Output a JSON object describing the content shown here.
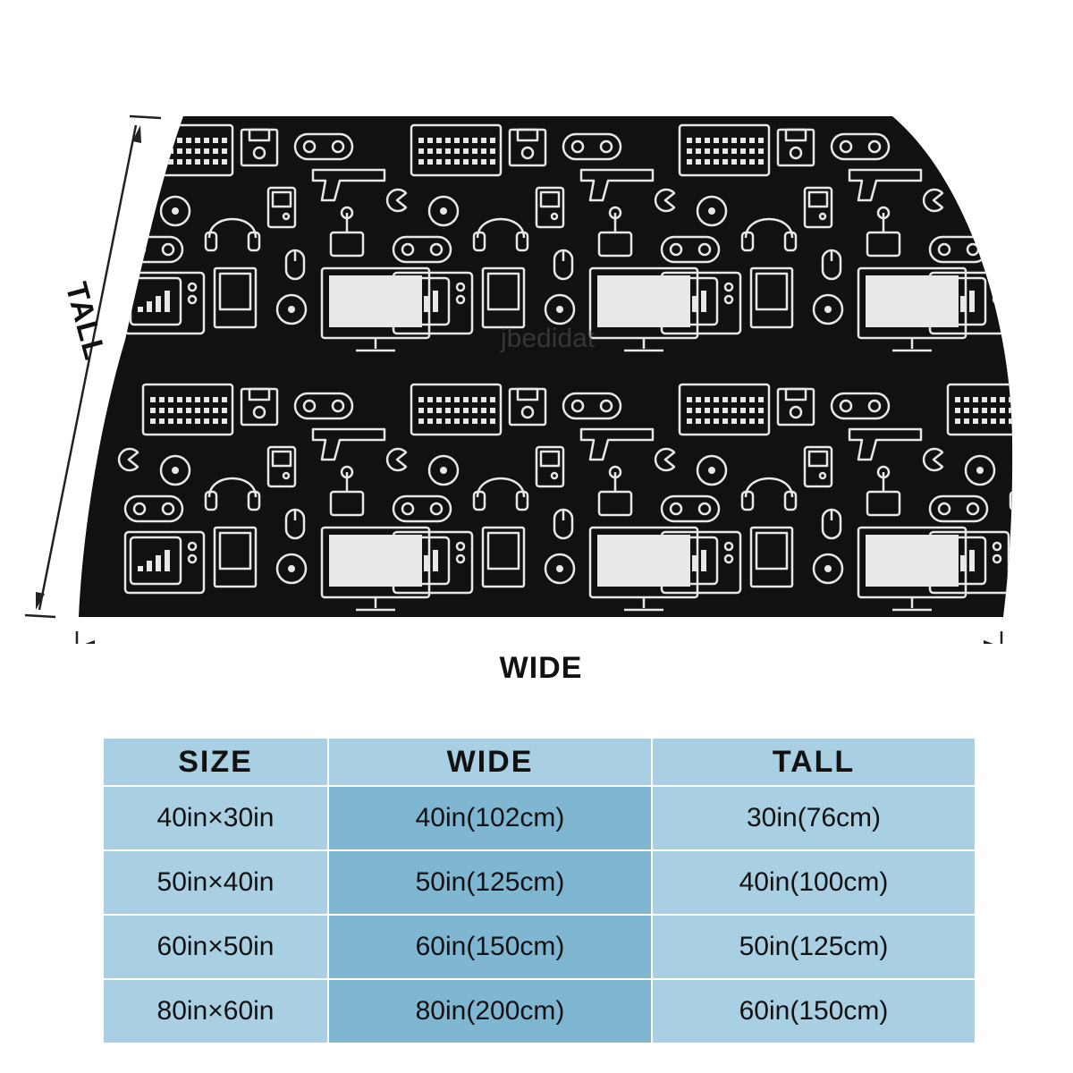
{
  "colors": {
    "blanket_bg": "#111111",
    "pattern_line": "#e8e8e8",
    "table_light": "#a9cfe3",
    "table_dark": "#7fb7d3",
    "arrow": "#222222"
  },
  "dimensions": {
    "wide_label": "WIDE",
    "tall_label": "TALL"
  },
  "blanket": {
    "pattern_icons": [
      "monitor-icon",
      "retro-tv-icon",
      "gamepad-icon",
      "joystick-icon",
      "headphones-icon",
      "floppy-disk-icon",
      "zapper-gun-icon",
      "cd-disc-icon",
      "handheld-console-icon",
      "keyboard-computer-icon",
      "cartridge-icon",
      "mouse-icon",
      "pacman-icon"
    ],
    "watermark": "jbedidat"
  },
  "table": {
    "headers": [
      "SIZE",
      "WIDE",
      "TALL"
    ],
    "rows": [
      [
        "40in×30in",
        "40in(102cm)",
        "30in(76cm)"
      ],
      [
        "50in×40in",
        "50in(125cm)",
        "40in(100cm)"
      ],
      [
        "60in×50in",
        "60in(150cm)",
        "50in(125cm)"
      ],
      [
        "80in×60in",
        "80in(200cm)",
        "60in(150cm)"
      ]
    ]
  }
}
